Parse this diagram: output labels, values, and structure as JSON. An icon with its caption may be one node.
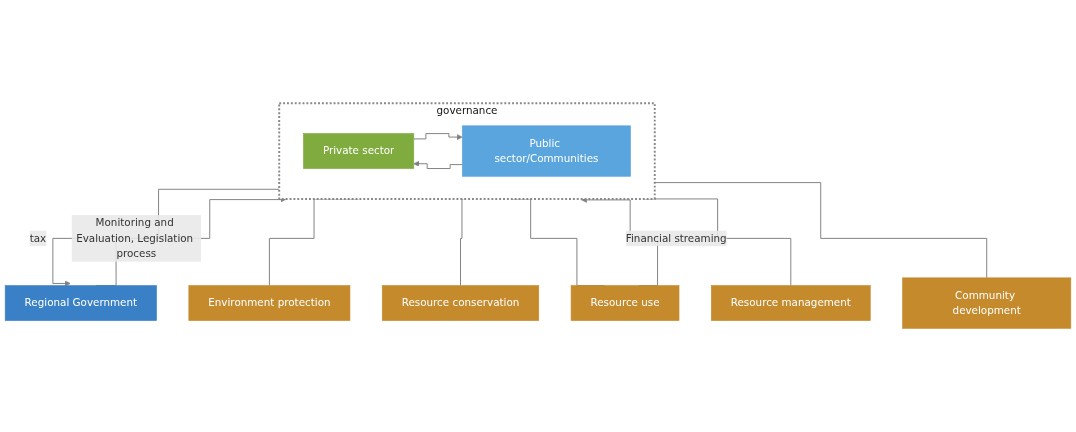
{
  "diagram": {
    "nodes": [
      {
        "text": [
          "Regional Government"
        ]
      },
      {
        "text": [
          "governance"
        ]
      },
      {
        "text": [
          "Private sector"
        ],
        "in": 1
      },
      {
        "text": [
          "Public sector/Communities"
        ],
        "in": 1
      },
      {
        "text": [
          "Environment protection"
        ]
      },
      {
        "text": [
          "Resource conservation"
        ]
      },
      {
        "text": [
          "Resource use"
        ]
      },
      {
        "text": [
          "Resource management"
        ]
      },
      {
        "text": [
          "Community development"
        ]
      }
    ],
    "edges": [
      {
        "from": 0,
        "to": 1,
        "arrow": "to",
        "label": "Monitoring and Evaluation, Legislation process"
      },
      {
        "from": 1,
        "to": 0,
        "arrow": "to",
        "label": "tax"
      },
      {
        "from": 2,
        "to": 3,
        "arrow": "to"
      },
      {
        "from": 3,
        "to": 2,
        "arrow": "to"
      },
      {
        "from": 1,
        "to": 4,
        "arrow": "none"
      },
      {
        "from": 1,
        "to": 5,
        "arrow": "none"
      },
      {
        "from": 1,
        "to": 6,
        "arrow": "none"
      },
      {
        "from": 1,
        "to": 7,
        "arrow": "none"
      },
      {
        "from": 1,
        "to": 8,
        "arrow": "none"
      },
      {
        "from": 6,
        "to": 1,
        "arrow": "to",
        "label": "Financial streaming"
      }
    ]
  }
}
